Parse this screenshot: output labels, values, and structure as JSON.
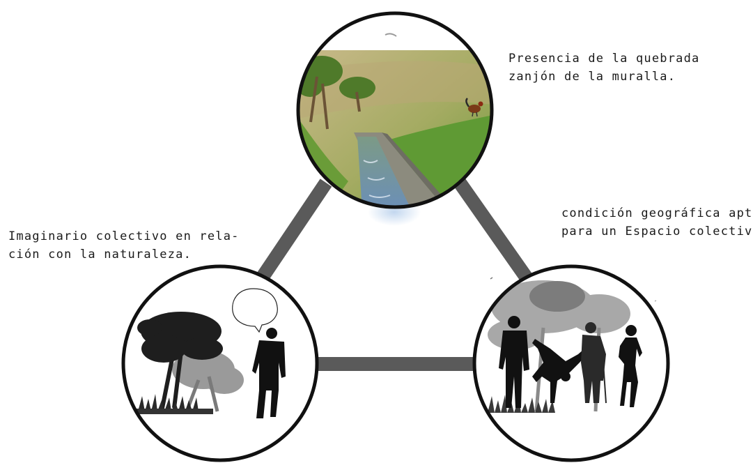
{
  "captions": {
    "top": {
      "line1": "Presencia de la quebrada",
      "line2": "zanjón de la muralla."
    },
    "right": {
      "line1": "condición geográfica apta",
      "line2": "para un Espacio colectivo."
    },
    "left": {
      "line1": "Imaginario colectivo en rela-",
      "line2": "ción con la naturaleza."
    }
  },
  "nodes": {
    "top": {
      "icon": "ravine-photo"
    },
    "left": {
      "icon": "person-tree-speech-icon"
    },
    "right": {
      "icon": "people-trees-icon"
    }
  },
  "colors": {
    "connector": "#5a5a5a",
    "circle_stroke": "#111111",
    "grass": "#8fa64a",
    "sky": "#d9d6c4",
    "water": "#6d8fb0",
    "silhouette": "#111111"
  }
}
